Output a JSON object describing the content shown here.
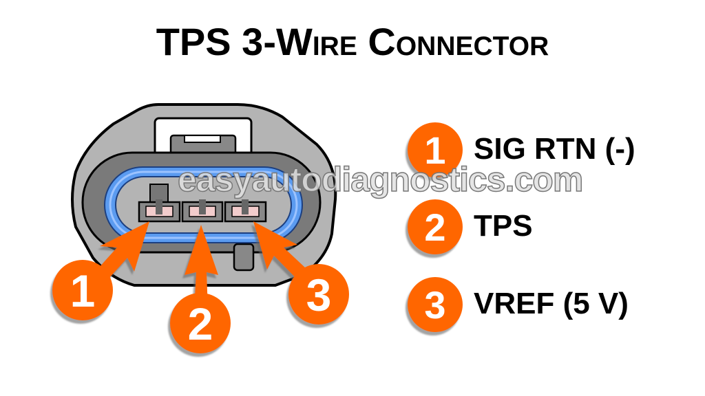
{
  "title": "TPS 3-Wire Connector",
  "watermark": "easyautodiagnostics.com",
  "colors": {
    "accent": "#ff6600",
    "seal": "#5b9bf0",
    "body": "#b4b4b4"
  },
  "pin_callouts": [
    "1",
    "2",
    "3"
  ],
  "legend": [
    {
      "number": "1",
      "label": "SIG RTN (-)"
    },
    {
      "number": "2",
      "label": "TPS"
    },
    {
      "number": "3",
      "label": "VREF (5 V)"
    }
  ]
}
